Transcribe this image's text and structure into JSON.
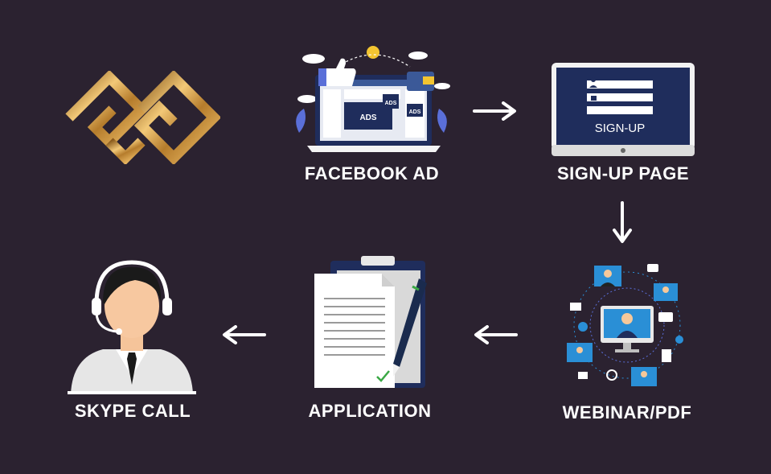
{
  "steps": {
    "facebook_ad": {
      "label": "FACEBOOK AD",
      "ads_text": "ADS"
    },
    "signup_page": {
      "label": "SIGN-UP PAGE",
      "button_text": "SIGN-UP"
    },
    "webinar": {
      "label": "WEBINAR/PDF"
    },
    "application": {
      "label": "APPLICATION"
    },
    "skype_call": {
      "label": "SKYPE CALL"
    }
  },
  "colors": {
    "background": "#2b2230",
    "gold": "#c9953f",
    "navy": "#1f2d5c",
    "accent_blue": "#2a8fd6"
  }
}
